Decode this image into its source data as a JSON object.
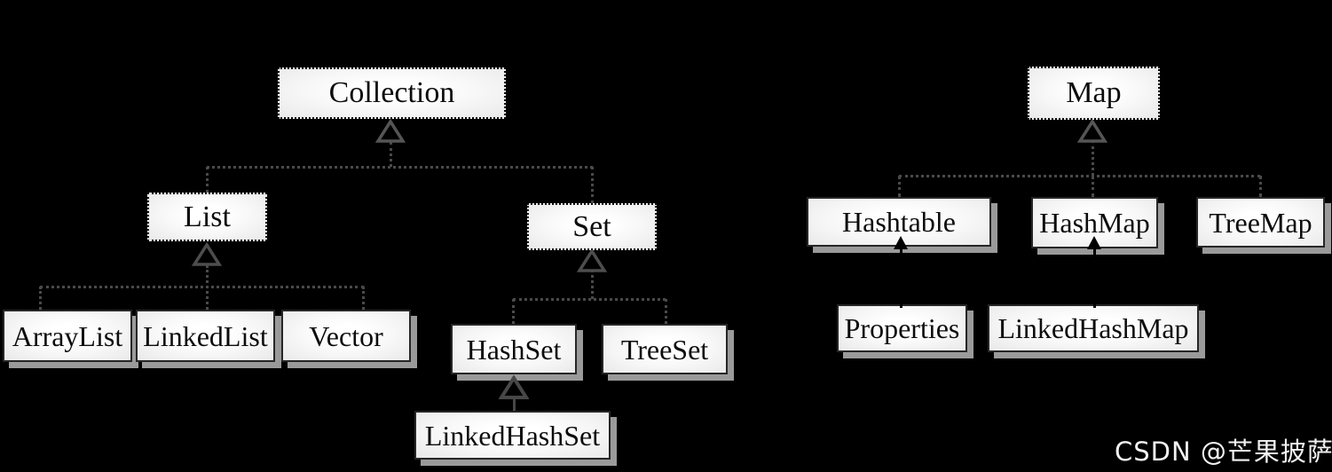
{
  "nodes": {
    "collection": {
      "label": "Collection",
      "kind": "interface"
    },
    "list": {
      "label": "List",
      "kind": "interface"
    },
    "set": {
      "label": "Set",
      "kind": "interface"
    },
    "map": {
      "label": "Map",
      "kind": "interface"
    },
    "arraylist": {
      "label": "ArrayList",
      "kind": "class"
    },
    "linkedlist": {
      "label": "LinkedList",
      "kind": "class"
    },
    "vector": {
      "label": "Vector",
      "kind": "class"
    },
    "hashset": {
      "label": "HashSet",
      "kind": "class"
    },
    "treeset": {
      "label": "TreeSet",
      "kind": "class"
    },
    "linkedhashset": {
      "label": "LinkedHashSet",
      "kind": "class"
    },
    "hashtable": {
      "label": "Hashtable",
      "kind": "class"
    },
    "hashmap": {
      "label": "HashMap",
      "kind": "class"
    },
    "treemap": {
      "label": "TreeMap",
      "kind": "class"
    },
    "properties": {
      "label": "Properties",
      "kind": "class"
    },
    "linkedhashmap": {
      "label": "LinkedHashMap",
      "kind": "class"
    }
  },
  "edges": [
    {
      "from": "List",
      "to": "Collection",
      "line": "dotted",
      "arrow": "hollow-triangle"
    },
    {
      "from": "Set",
      "to": "Collection",
      "line": "dotted",
      "arrow": "hollow-triangle"
    },
    {
      "from": "ArrayList",
      "to": "List",
      "line": "dotted",
      "arrow": "hollow-triangle"
    },
    {
      "from": "LinkedList",
      "to": "List",
      "line": "dotted",
      "arrow": "hollow-triangle"
    },
    {
      "from": "Vector",
      "to": "List",
      "line": "dotted",
      "arrow": "hollow-triangle"
    },
    {
      "from": "HashSet",
      "to": "Set",
      "line": "dotted",
      "arrow": "hollow-triangle"
    },
    {
      "from": "TreeSet",
      "to": "Set",
      "line": "dotted",
      "arrow": "hollow-triangle"
    },
    {
      "from": "LinkedHashSet",
      "to": "HashSet",
      "line": "solid",
      "arrow": "hollow-triangle"
    },
    {
      "from": "Hashtable",
      "to": "Map",
      "line": "dotted",
      "arrow": "hollow-triangle"
    },
    {
      "from": "HashMap",
      "to": "Map",
      "line": "dotted",
      "arrow": "hollow-triangle"
    },
    {
      "from": "TreeMap",
      "to": "Map",
      "line": "dotted",
      "arrow": "hollow-triangle"
    },
    {
      "from": "Properties",
      "to": "Hashtable",
      "line": "solid",
      "arrow": "filled-triangle"
    },
    {
      "from": "LinkedHashMap",
      "to": "HashMap",
      "line": "solid",
      "arrow": "filled-triangle"
    }
  ],
  "watermark": {
    "text": "CSDN @芒果披萨",
    "color": "#f2f2f2"
  },
  "colors": {
    "background": "#000000",
    "box_fill_center": "#ffffff",
    "box_fill_edge": "#e9e9e9",
    "interface_border": "#0b0b0b",
    "class_border": "#262626",
    "box_shadow": "#9a9a9a",
    "dotted_connector": "#4a4a4a",
    "triangle_outline": "#555555",
    "solid_arrow": "#000000",
    "text": "#0d0d0d"
  }
}
